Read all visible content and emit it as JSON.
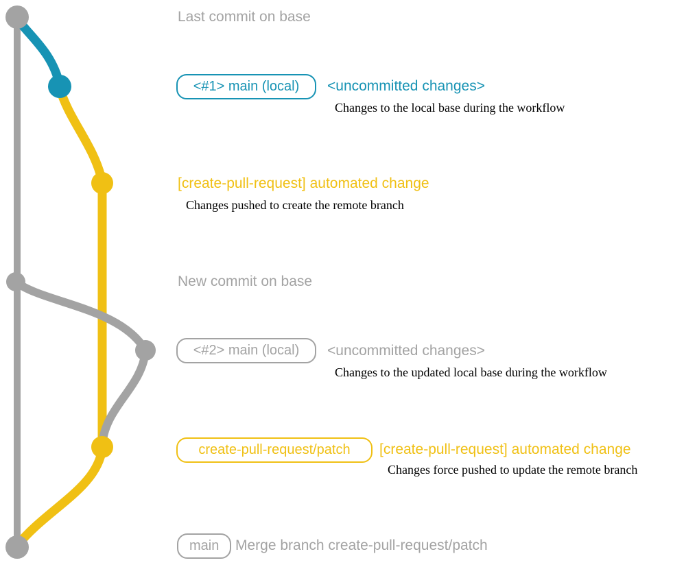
{
  "colors": {
    "gray": "#a3a3a3",
    "blue": "#1793b4",
    "yellow": "#f0c014",
    "ink": "#000000"
  },
  "rows": {
    "last_commit": {
      "label": "Last commit on base"
    },
    "local1": {
      "badge": "<#1> main (local)",
      "status": "<uncommitted changes>",
      "desc": "Changes to the local base during the workflow"
    },
    "push1": {
      "title": "[create-pull-request] automated change",
      "desc": "Changes pushed to create the remote branch"
    },
    "new_commit": {
      "label": "New commit on base"
    },
    "local2": {
      "badge": "<#2> main (local)",
      "status": "<uncommitted changes>",
      "desc": "Changes to the updated local base during the workflow"
    },
    "push2": {
      "badge": "create-pull-request/patch",
      "title": "[create-pull-request] automated change",
      "desc": "Changes force pushed to update the remote branch"
    },
    "merge": {
      "badge": "main",
      "label": "Merge branch create-pull-request/patch"
    }
  }
}
